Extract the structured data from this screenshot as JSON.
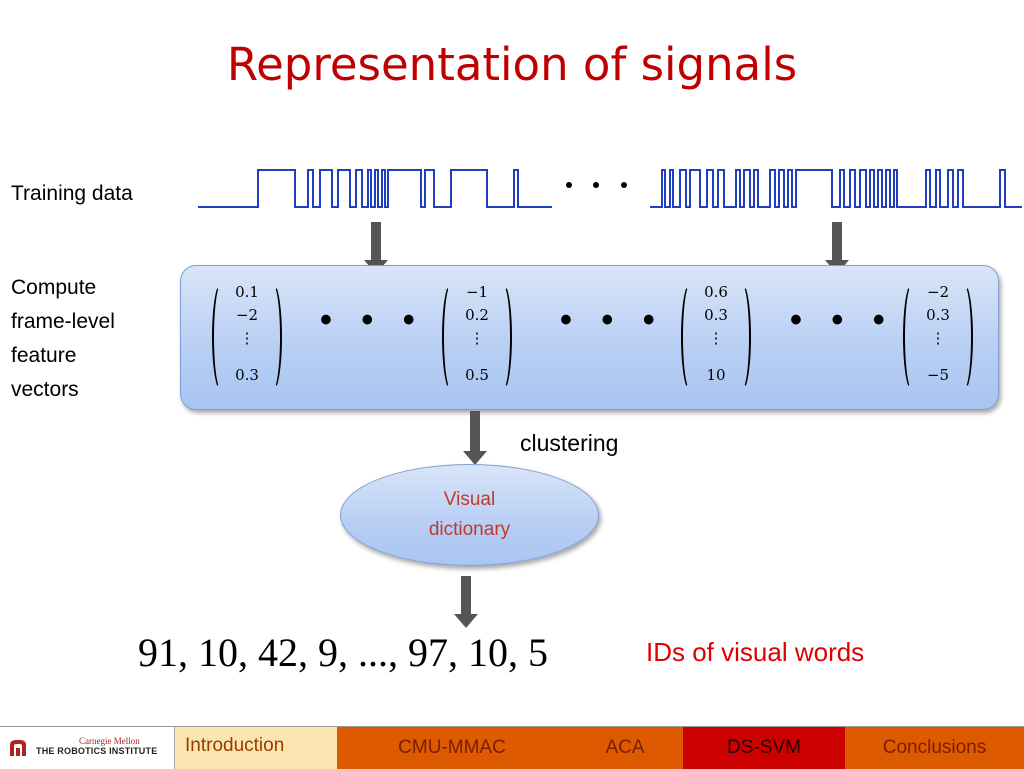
{
  "slide": {
    "title": "Representation of signals",
    "training_label": "Training data",
    "compute_label": "Compute\nframe-level\nfeature\nvectors",
    "clustering_label": "clustering",
    "dictionary_label": "Visual\ndictionary",
    "ids_sequence": "91, 10, 42, 9, ..., 97, 10, 5",
    "ids_label": "IDs of visual words",
    "ellipsis": "• • •",
    "vectors": [
      {
        "values": [
          "0.1",
          "−2",
          "⋮",
          "0.3"
        ]
      },
      {
        "values": [
          "−1",
          "0.2",
          "⋮",
          "0.5"
        ]
      },
      {
        "values": [
          "0.6",
          "0.3",
          "⋮",
          "10"
        ]
      },
      {
        "values": [
          "−2",
          "0.3",
          "⋮",
          "−5"
        ]
      }
    ]
  },
  "footer": {
    "logo_top": "Carnegie Mellon",
    "logo_bottom": "THE ROBOTICS INSTITUTE",
    "nav": [
      {
        "label": "Introduction"
      },
      {
        "label": "CMU-MMAC"
      },
      {
        "label": "ACA"
      },
      {
        "label": "DS-SVM",
        "active": true
      },
      {
        "label": "Conclusions"
      }
    ]
  },
  "colors": {
    "title": "#c00000",
    "signal": "#1f3fbf",
    "arrow": "#555555",
    "highlight": "#e00000",
    "nav_active": "#cc0000",
    "nav_default": "#dd5a00",
    "nav_intro": "#fbe5b0"
  },
  "icons": [
    "down-arrow-icon",
    "robotics-institute-logo-icon"
  ]
}
